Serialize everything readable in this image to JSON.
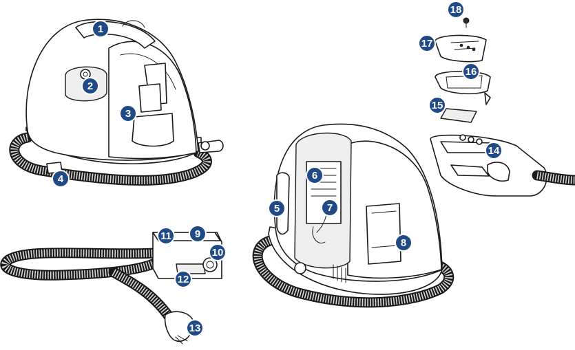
{
  "colors": {
    "callout_fill": "#1f4a86",
    "callout_stroke": "#ffffff",
    "line": "#1a1a1a"
  },
  "callouts": [
    {
      "id": "1",
      "label": "1"
    },
    {
      "id": "2",
      "label": "2"
    },
    {
      "id": "3",
      "label": "3"
    },
    {
      "id": "4",
      "label": "4"
    },
    {
      "id": "5",
      "label": "5"
    },
    {
      "id": "6",
      "label": "6"
    },
    {
      "id": "7",
      "label": "7"
    },
    {
      "id": "8",
      "label": "8"
    },
    {
      "id": "9",
      "label": "9"
    },
    {
      "id": "10",
      "label": "10"
    },
    {
      "id": "11",
      "label": "11"
    },
    {
      "id": "12",
      "label": "12"
    },
    {
      "id": "13",
      "label": "13"
    },
    {
      "id": "14",
      "label": "14"
    },
    {
      "id": "15",
      "label": "15"
    },
    {
      "id": "16",
      "label": "16"
    },
    {
      "id": "17",
      "label": "17"
    },
    {
      "id": "18",
      "label": "18"
    }
  ]
}
